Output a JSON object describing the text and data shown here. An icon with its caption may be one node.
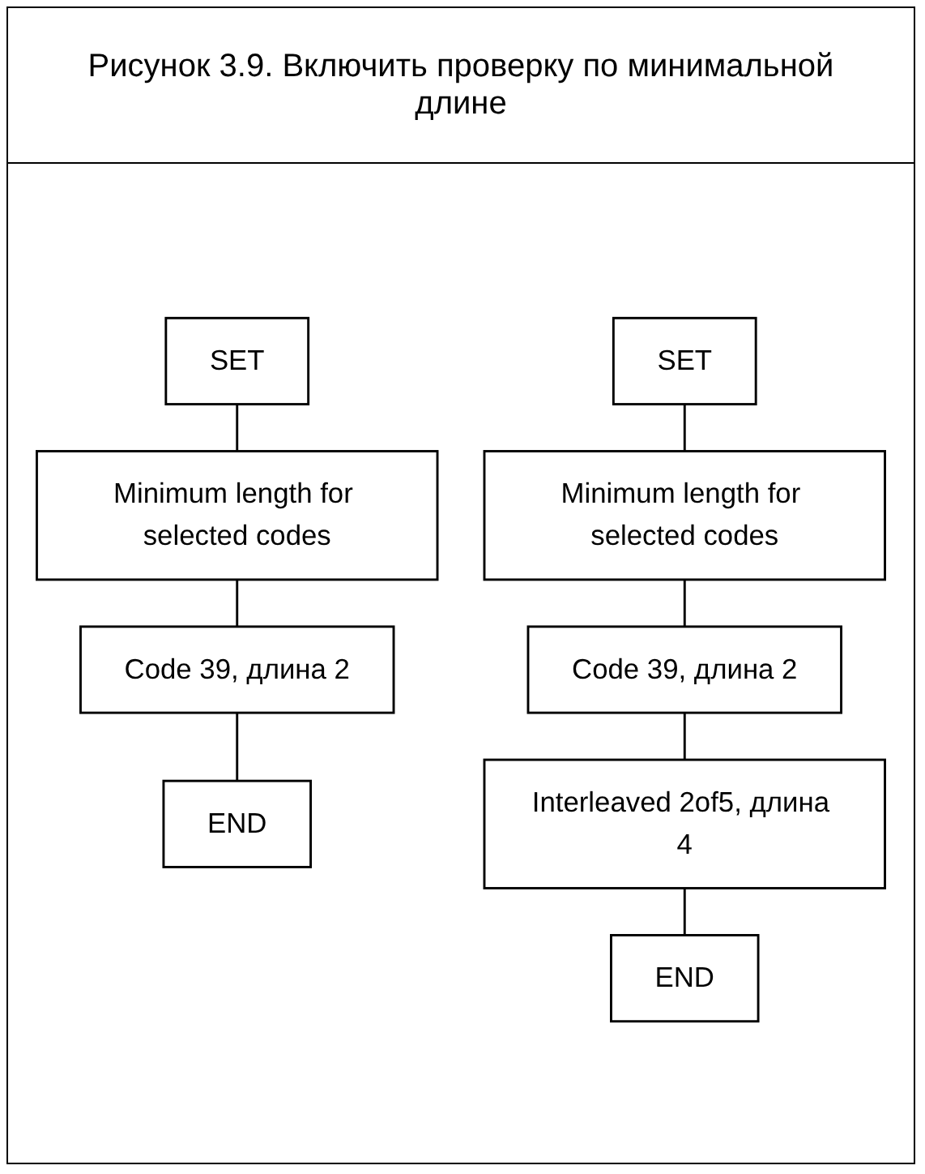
{
  "diagram": {
    "title": "Рисунок 3.9. Включить проверку по минимальной длине",
    "nodes": [
      {
        "text": [
          "SET"
        ]
      },
      {
        "text": [
          "Minimum length for selected codes"
        ]
      },
      {
        "text": [
          "Code 39, длина 2"
        ]
      },
      {
        "text": [
          "END"
        ]
      },
      {
        "text": [
          "SET"
        ]
      },
      {
        "text": [
          "Minimum length for selected codes"
        ]
      },
      {
        "text": [
          "Code 39, длина 2"
        ]
      },
      {
        "text": [
          "Interleaved 2of5, длина 4"
        ]
      },
      {
        "text": [
          "END"
        ]
      }
    ],
    "edges": [
      {
        "from": 0,
        "to": 1,
        "arrow": "none"
      },
      {
        "from": 1,
        "to": 2,
        "arrow": "none"
      },
      {
        "from": 2,
        "to": 3,
        "arrow": "none"
      },
      {
        "from": 4,
        "to": 5,
        "arrow": "none"
      },
      {
        "from": 5,
        "to": 6,
        "arrow": "none"
      },
      {
        "from": 6,
        "to": 7,
        "arrow": "none"
      },
      {
        "from": 7,
        "to": 8,
        "arrow": "none"
      }
    ]
  }
}
